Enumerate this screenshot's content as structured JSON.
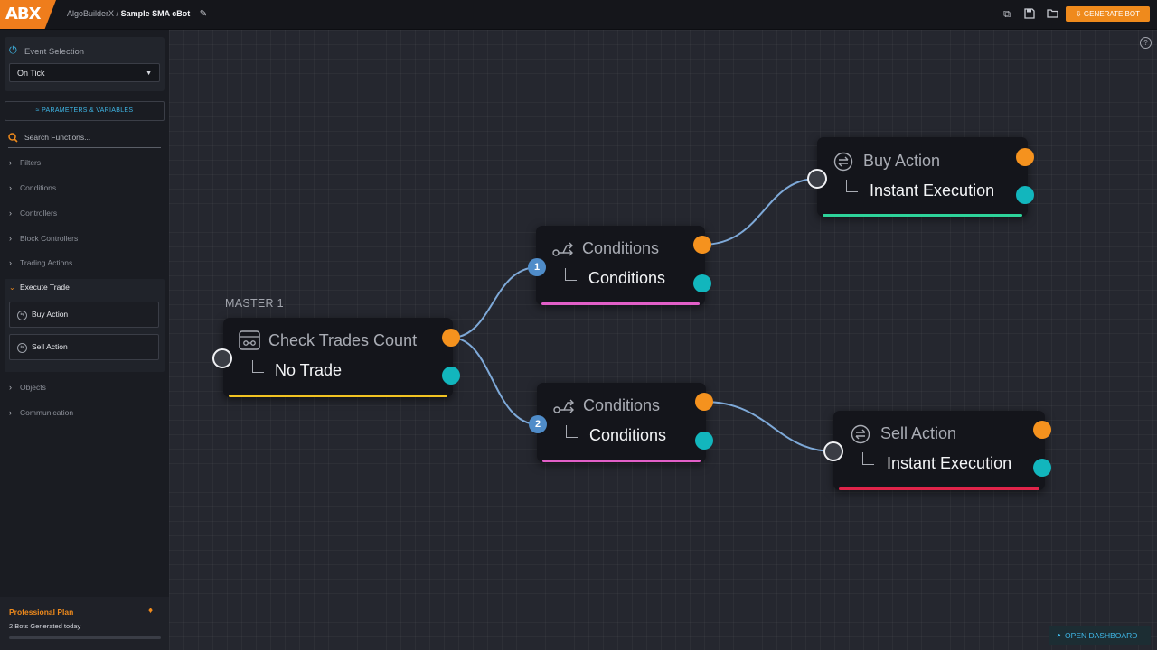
{
  "topbar": {
    "logo_text": "ABX",
    "app_name": "AlgoBuilderX",
    "separator": "/",
    "project_name": "Sample SMA cBot",
    "generate_label": "GENERATE BOT"
  },
  "sidebar": {
    "event_title": "Event Selection",
    "event_value": "On Tick",
    "params_label": "PARAMETERS & VARIABLES",
    "search_placeholder": "Search Functions...",
    "categories": [
      "Filters",
      "Conditions",
      "Controllers",
      "Block Controllers",
      "Trading Actions"
    ],
    "expanded_category": "Execute Trade",
    "expanded_items": [
      "Buy Action",
      "Sell Action"
    ],
    "more_categories": [
      "Objects",
      "Communication"
    ],
    "plan_title": "Professional Plan",
    "plan_usage": "2 Bots Generated today",
    "plan_progress": 0
  },
  "canvas": {
    "master_label": "MASTER 1",
    "nodes": {
      "check": {
        "title": "Check Trades Count",
        "sub": "No Trade",
        "accent": "#f2c322"
      },
      "cond1": {
        "title": "Conditions",
        "sub": "Conditions",
        "accent": "#e25fc8"
      },
      "cond2": {
        "title": "Conditions",
        "sub": "Conditions",
        "accent": "#e25fc8"
      },
      "buy": {
        "title": "Buy Action",
        "sub": "Instant Execution",
        "accent": "#2dd39a"
      },
      "sell": {
        "title": "Sell Action",
        "sub": "Instant Execution",
        "accent": "#e0244a"
      }
    },
    "branch_badges": [
      "1",
      "2"
    ],
    "open_dashboard": "OPEN DASHBOARD"
  },
  "colors": {
    "accent_orange": "#f5921e",
    "accent_teal": "#12b6bd",
    "link_blue": "#7ea9d8"
  }
}
